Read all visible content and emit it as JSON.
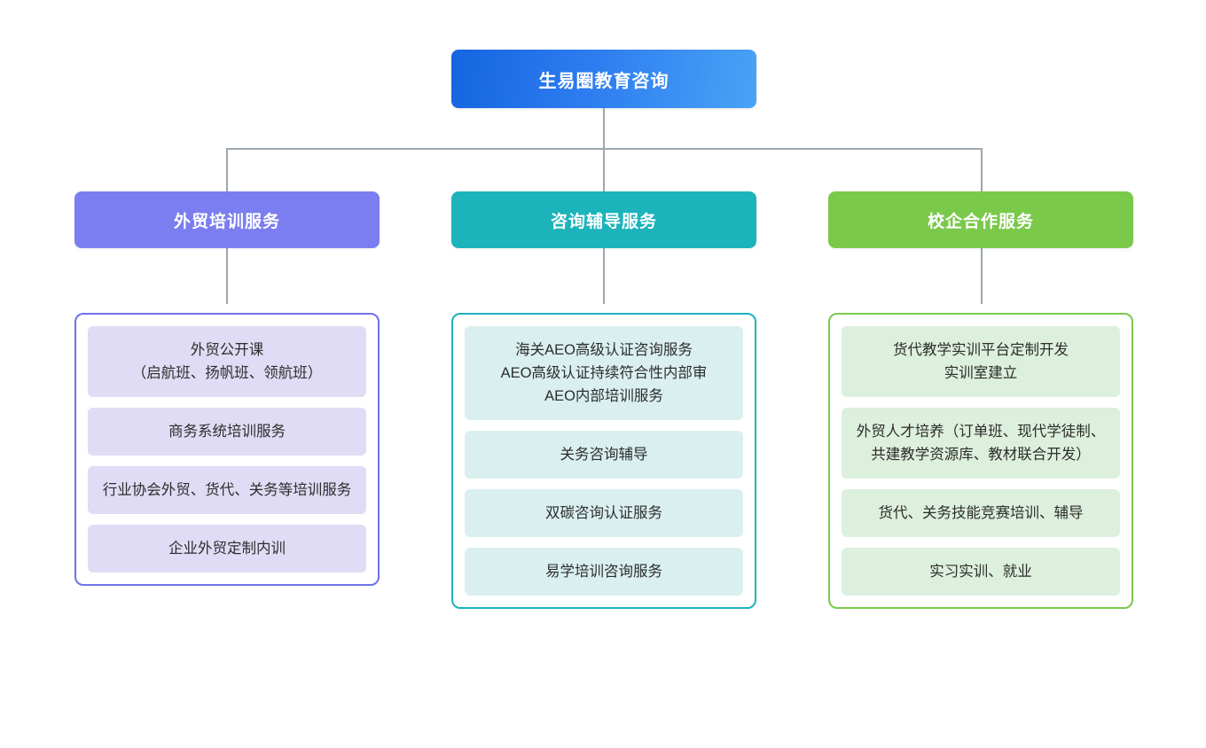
{
  "diagram": {
    "type": "organization-tree",
    "root": {
      "label": "生易圈教育咨询",
      "color": "#2d7cf0"
    },
    "branches": [
      {
        "id": "training",
        "label": "外贸培训服务",
        "header_color": "#7b7ef0",
        "chip_color": "#e0dcf5",
        "border_color": "#6e71ea",
        "items": [
          "外贸公开课\n（启航班、扬帆班、领航班）",
          "商务系统培训服务",
          "行业协会外贸、货代、关务等培训服务",
          "企业外贸定制内训"
        ]
      },
      {
        "id": "consulting",
        "label": "咨询辅导服务",
        "header_color": "#1cb3bb",
        "chip_color": "#daf0f0",
        "border_color": "#1cb3bb",
        "items": [
          "海关AEO高级认证咨询服务\nAEO高级认证持续符合性内部审\nAEO内部培训服务",
          "关务咨询辅导",
          "双碳咨询认证服务",
          "易学培训咨询服务"
        ]
      },
      {
        "id": "school-enterprise",
        "label": "校企合作服务",
        "header_color": "#7ac94a",
        "chip_color": "#ddefdd",
        "border_color": "#7ac94a",
        "items": [
          "货代教学实训平台定制开发\n实训室建立",
          "外贸人才培养（订单班、现代学徒制、共建教学资源库、教材联合开发）",
          "货代、关务技能竞赛培训、辅导",
          "实习实训、就业"
        ]
      }
    ],
    "connector_color": "#9aa7b0"
  }
}
